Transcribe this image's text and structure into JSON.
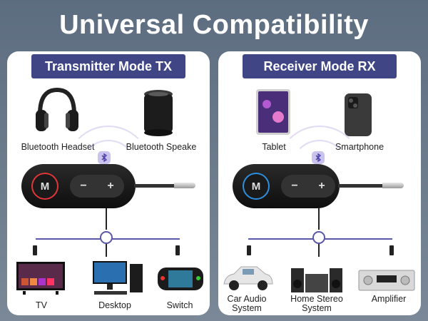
{
  "title": "Universal Compatibility",
  "colors": {
    "background": "#6b7a8c",
    "header": "#3f4585",
    "tx_ring": "#e0363a",
    "rx_ring": "#2e8fe0",
    "hub": "#5a57a8"
  },
  "transmitter": {
    "header": "Transmitter Mode TX",
    "sources": [
      {
        "label": "Bluetooth Headset",
        "icon": "headphones-icon"
      },
      {
        "label": "Bluetooth Speake",
        "icon": "speaker-icon"
      }
    ],
    "adapter": {
      "mode_button": "M",
      "minus": "−",
      "plus": "+"
    },
    "outputs": [
      {
        "label": "TV",
        "icon": "tv-icon"
      },
      {
        "label": "Desktop",
        "icon": "desktop-icon"
      },
      {
        "label": "Switch",
        "icon": "game-console-icon"
      }
    ]
  },
  "receiver": {
    "header": "Receiver Mode RX",
    "sources": [
      {
        "label": "Tablet",
        "icon": "tablet-icon"
      },
      {
        "label": "Smartphone",
        "icon": "smartphone-icon"
      }
    ],
    "adapter": {
      "mode_button": "M",
      "minus": "−",
      "plus": "+"
    },
    "outputs": [
      {
        "label": "Car Audio\nSystem",
        "icon": "car-icon"
      },
      {
        "label": "Home Stereo\nSystem",
        "icon": "stereo-icon"
      },
      {
        "label": "Amplifier",
        "icon": "amplifier-icon"
      }
    ]
  }
}
